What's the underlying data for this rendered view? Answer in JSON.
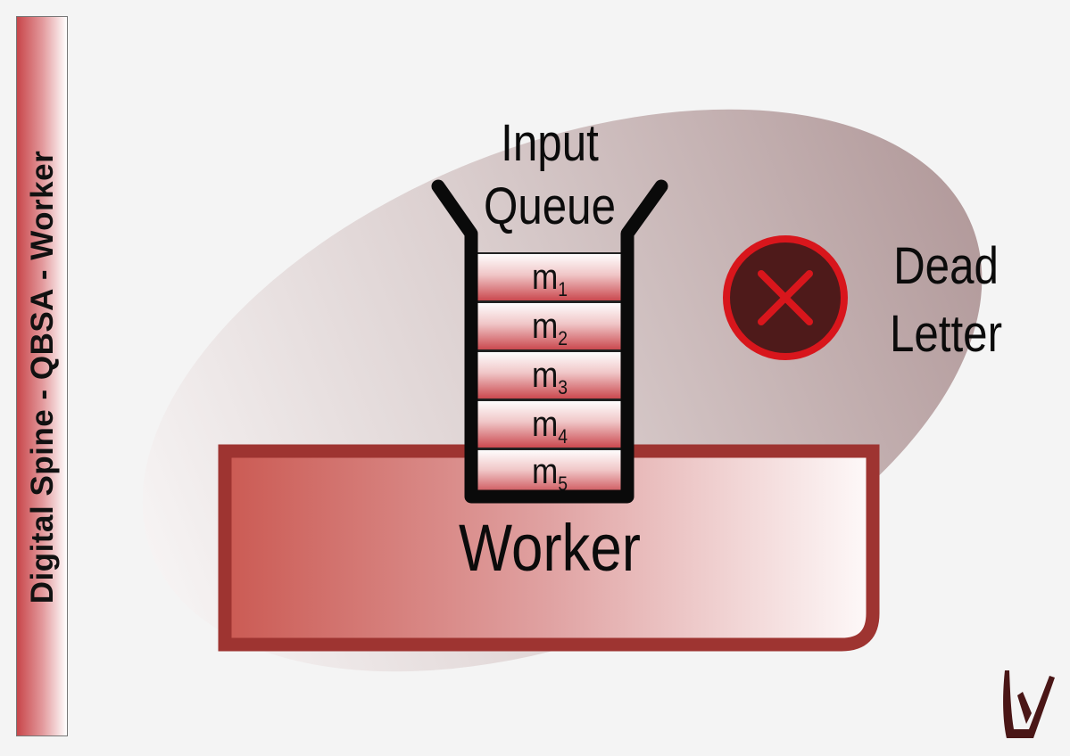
{
  "side_banner": {
    "title": "Digital Spine - QBSA - Worker"
  },
  "queue": {
    "label_line1": "Input",
    "label_line2": "Queue",
    "messages": [
      {
        "base": "m",
        "sub": "1"
      },
      {
        "base": "m",
        "sub": "2"
      },
      {
        "base": "m",
        "sub": "3"
      },
      {
        "base": "m",
        "sub": "4"
      },
      {
        "base": "m",
        "sub": "5"
      }
    ]
  },
  "dead_letter": {
    "label_line1": "Dead",
    "label_line2": "Letter",
    "icon": "x-circle-icon"
  },
  "worker": {
    "label": "Worker"
  },
  "colors": {
    "background": "#f4f4f4",
    "accent_red": "#9e3431",
    "dead_letter_fill": "#4e1a1a",
    "dead_letter_ring": "#d8161c",
    "ellipse_dark": "#b49c9c"
  },
  "logo": {
    "name": "lv-logo"
  }
}
